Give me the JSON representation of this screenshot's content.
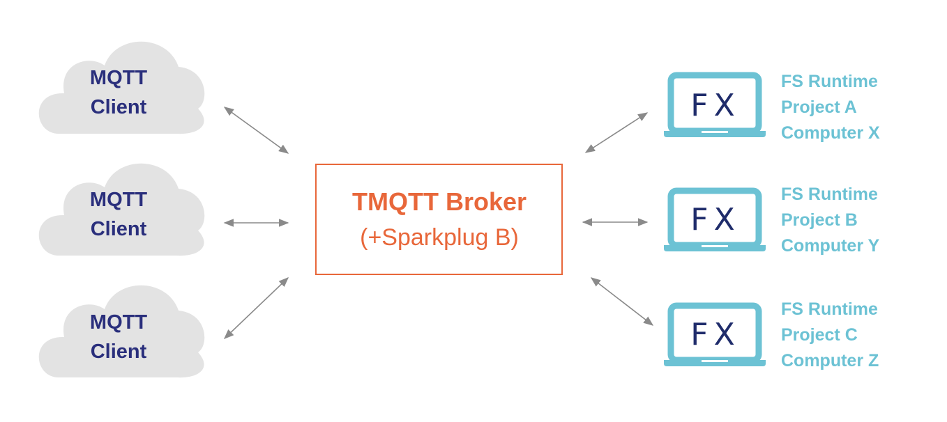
{
  "colors": {
    "cloud_fill": "#e3e3e3",
    "cloud_text": "#2a2f7c",
    "broker_accent": "#e8673a",
    "laptop_blue": "#6cc2d4",
    "fx_logo": "#1f2c6b",
    "arrow": "#8a8a8a"
  },
  "clients": [
    {
      "line1": "MQTT",
      "line2": "Client"
    },
    {
      "line1": "MQTT",
      "line2": "Client"
    },
    {
      "line1": "MQTT",
      "line2": "Client"
    }
  ],
  "broker": {
    "title": "TMQTT Broker",
    "subtitle": "(+Sparkplug B)"
  },
  "runtimes": [
    {
      "logo": "FX",
      "line1": "FS Runtime",
      "line2": "Project A",
      "line3": "Computer X"
    },
    {
      "logo": "FX",
      "line1": "FS Runtime",
      "line2": "Project B",
      "line3": "Computer Y"
    },
    {
      "logo": "FX",
      "line1": "FS Runtime",
      "line2": "Project C",
      "line3": "Computer Z"
    }
  ],
  "connections": [
    {
      "from": "client-1",
      "to": "broker",
      "direction": "bidirectional"
    },
    {
      "from": "client-2",
      "to": "broker",
      "direction": "bidirectional"
    },
    {
      "from": "client-3",
      "to": "broker",
      "direction": "bidirectional"
    },
    {
      "from": "broker",
      "to": "runtime-a",
      "direction": "bidirectional"
    },
    {
      "from": "broker",
      "to": "runtime-b",
      "direction": "bidirectional"
    },
    {
      "from": "broker",
      "to": "runtime-c",
      "direction": "bidirectional"
    }
  ]
}
